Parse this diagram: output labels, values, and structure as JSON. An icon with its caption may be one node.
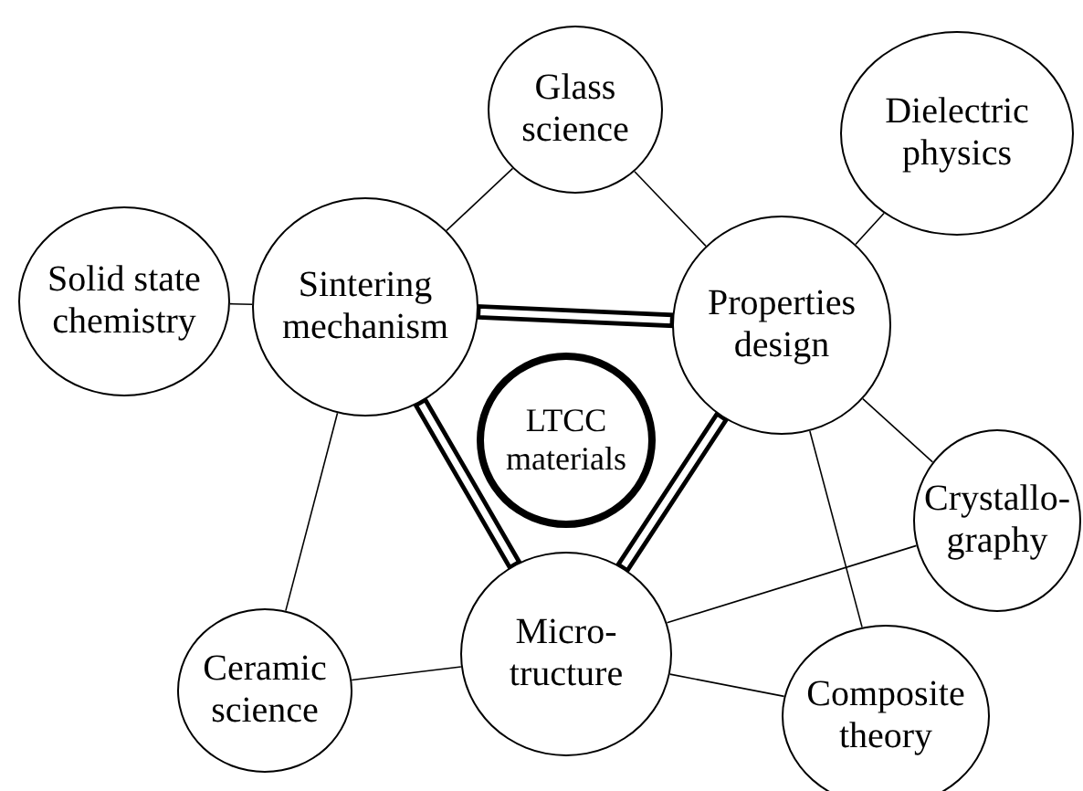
{
  "diagram": {
    "nodes": [
      {
        "text": [
          "Glass science"
        ]
      },
      {
        "text": [
          "Dielectric physics"
        ]
      },
      {
        "text": [
          "Solid state chemistry"
        ]
      },
      {
        "text": [
          "Sintering mechanism"
        ]
      },
      {
        "text": [
          "Properties design"
        ]
      },
      {
        "text": [
          "LTCC materials"
        ]
      },
      {
        "text": [
          "Crystallo- graphy"
        ]
      },
      {
        "text": [
          "Micro- tructure"
        ]
      },
      {
        "text": [
          "Ceramic science"
        ]
      },
      {
        "text": [
          "Composite theory"
        ]
      }
    ],
    "edges": [
      {
        "from": 3,
        "to": 4,
        "arrow": "none",
        "style": "thick"
      },
      {
        "from": 3,
        "to": 7,
        "arrow": "none",
        "style": "thick"
      },
      {
        "from": 4,
        "to": 7,
        "arrow": "none",
        "style": "thick"
      },
      {
        "from": 0,
        "to": 3,
        "arrow": "none"
      },
      {
        "from": 0,
        "to": 4,
        "arrow": "none"
      },
      {
        "from": 1,
        "to": 4,
        "arrow": "none"
      },
      {
        "from": 2,
        "to": 3,
        "arrow": "none"
      },
      {
        "from": 3,
        "to": 8,
        "arrow": "none"
      },
      {
        "from": 4,
        "to": 6,
        "arrow": "none"
      },
      {
        "from": 4,
        "to": 9,
        "arrow": "none"
      },
      {
        "from": 7,
        "to": 6,
        "arrow": "none"
      },
      {
        "from": 7,
        "to": 8,
        "arrow": "none"
      },
      {
        "from": 7,
        "to": 9,
        "arrow": "none"
      }
    ]
  }
}
